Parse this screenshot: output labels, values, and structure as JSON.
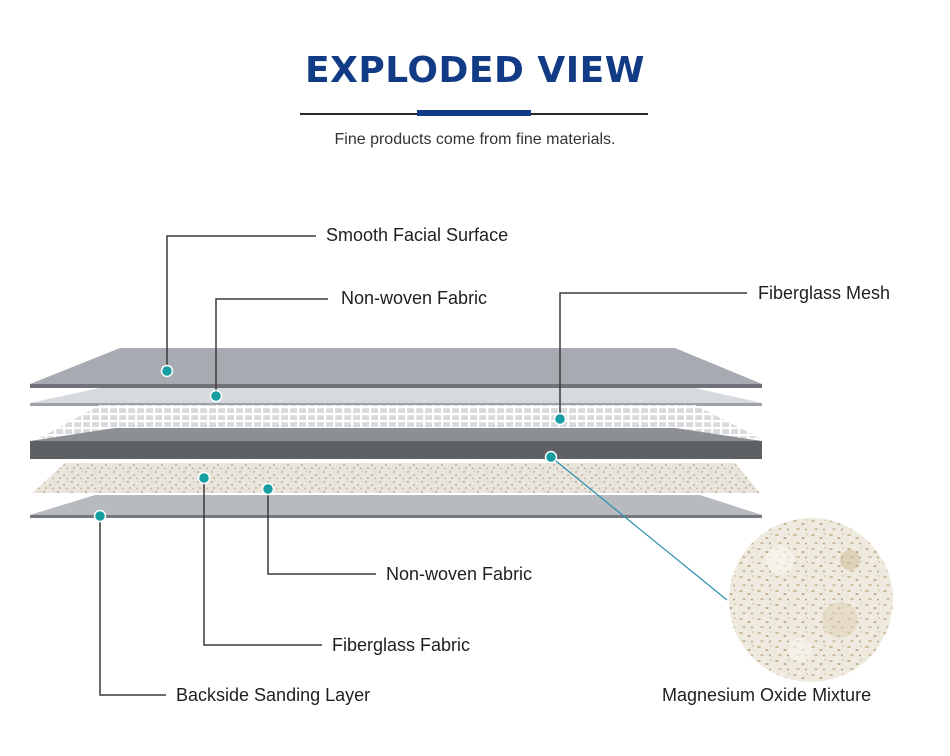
{
  "header": {
    "title": "EXPLODED VIEW",
    "subtitle": "Fine products come from fine materials."
  },
  "labels": {
    "smooth_facial_surface": "Smooth Facial Surface",
    "non_woven_fabric_top": "Non-woven Fabric",
    "fiberglass_mesh": "Fiberglass Mesh",
    "non_woven_fabric_bottom": "Non-woven Fabric",
    "fiberglass_fabric": "Fiberglass Fabric",
    "backside_sanding_layer": "Backside Sanding Layer",
    "magnesium_oxide_mixture": "Magnesium Oxide Mixture"
  },
  "colors": {
    "title": "#123b85",
    "leader_line": "#3a3a3a",
    "marker": "#169ea3",
    "magnifier_line": "#2d8fb0"
  }
}
